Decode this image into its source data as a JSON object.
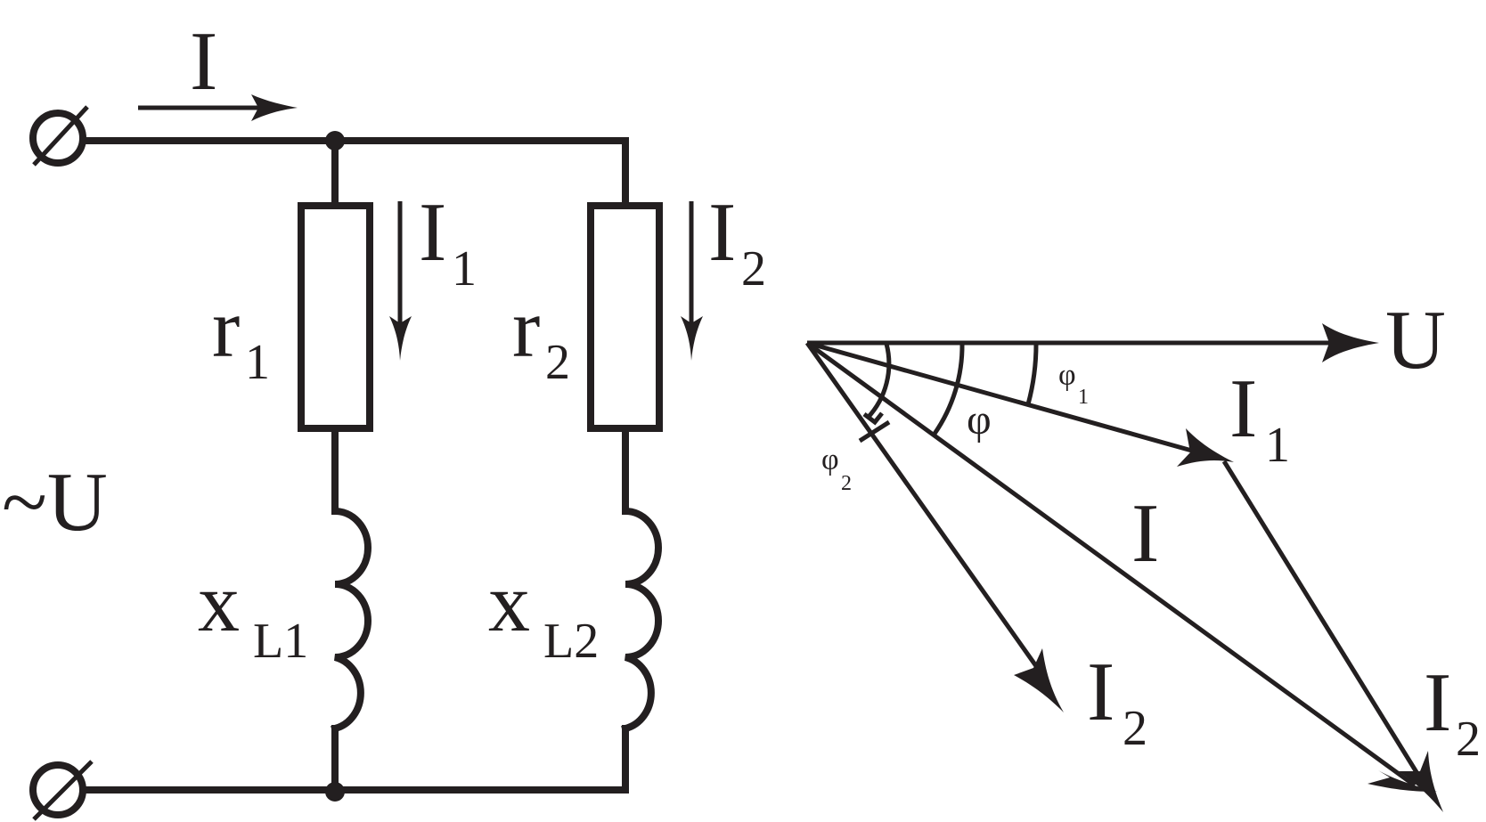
{
  "labels": {
    "input_current": "I",
    "source_voltage": "~U",
    "branch1_current_main": "I",
    "branch1_current_sub": "1",
    "branch2_current_main": "I",
    "branch2_current_sub": "2",
    "r1_main": "r",
    "r1_sub": "1",
    "r2_main": "r",
    "r2_sub": "2",
    "xl1_main": "x",
    "xl1_sub": "L1",
    "xl2_main": "x",
    "xl2_sub": "L2"
  },
  "phasor": {
    "u_label": "U",
    "i1_main": "I",
    "i1_sub": "1",
    "i_label": "I",
    "i2_main": "I",
    "i2_sub": "2",
    "i2_shifted_main": "I",
    "i2_shifted_sub": "2",
    "phi_label": "φ",
    "phi1_main": "φ",
    "phi1_sub": "1",
    "phi2_main": "φ",
    "phi2_sub": "2"
  },
  "colors": {
    "ink": "#231f20",
    "background": "#ffffff"
  }
}
